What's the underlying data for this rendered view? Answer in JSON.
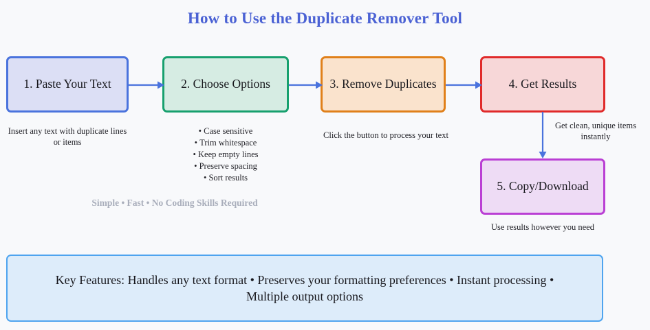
{
  "page": {
    "title": "How to Use the Duplicate Remover Tool",
    "background_color": "#f8f9fb",
    "title_color": "#4b62d4",
    "arrow_color": "#4a73dd"
  },
  "steps": [
    {
      "id": "paste-your-text",
      "label": "1. Paste Your Text",
      "caption": "Insert any text with duplicate lines or items",
      "fill_color": "#dcdff5",
      "border_color": "#4a73dd"
    },
    {
      "id": "choose-options",
      "label": "2. Choose Options",
      "caption": "",
      "fill_color": "#d6ece3",
      "border_color": "#17a06e",
      "options": [
        "Case sensitive",
        "Trim whitespace",
        "Keep empty lines",
        "Preserve spacing",
        "Sort results"
      ]
    },
    {
      "id": "remove-duplicates",
      "label": "3. Remove Duplicates",
      "caption": "Click the button to process your text",
      "fill_color": "#fae3cd",
      "border_color": "#e0801a"
    },
    {
      "id": "get-results",
      "label": "4. Get Results",
      "caption": "Get clean, unique items instantly",
      "fill_color": "#f7d7d8",
      "border_color": "#e02a2a"
    },
    {
      "id": "copy-download",
      "label": "5. Copy/Download",
      "caption": "Use results however you need",
      "fill_color": "#eedcf5",
      "border_color": "#ba3fd4"
    }
  ],
  "tagline": "Simple • Fast • No Coding Skills Required",
  "key_features": {
    "text": "Key Features: Handles any text format • Preserves your formatting preferences • Instant processing • Multiple output options",
    "fill_color": "#ddecfa",
    "border_color": "#4ea4ef"
  }
}
